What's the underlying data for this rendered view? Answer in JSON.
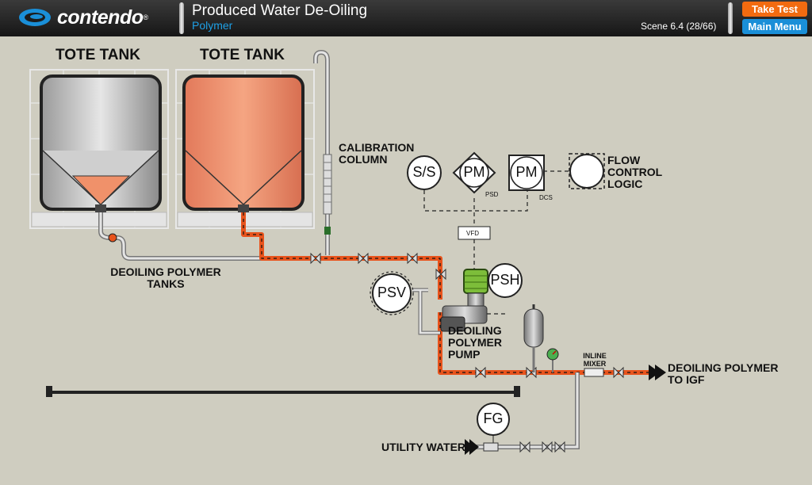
{
  "header": {
    "logo_text": "contendo",
    "title": "Produced Water De-Oiling",
    "subtitle": "Polymer",
    "scene": "Scene 6.4 (28/66)",
    "take_test_label": "Take Test",
    "main_menu_label": "Main Menu"
  },
  "diagram": {
    "tote_tank_1": "TOTE TANK",
    "tote_tank_2": "TOTE TANK",
    "tanks_label_1": "DEOILING POLYMER",
    "tanks_label_2": "TANKS",
    "calibration_1": "CALIBRATION",
    "calibration_2": "COLUMN",
    "ss": "S/S",
    "pm1": "PM",
    "pm2": "PM",
    "psd": "PSD",
    "dcs": "DCS",
    "vfd": "VFD",
    "flow_logic_1": "FLOW",
    "flow_logic_2": "CONTROL",
    "flow_logic_3": "LOGIC",
    "psv": "PSV",
    "psh": "PSH",
    "pump_1": "DEOILING",
    "pump_2": "POLYMER",
    "pump_3": "PUMP",
    "inline_1": "INLINE",
    "inline_2": "MIXER",
    "outlet_1": "DEOILING POLYMER",
    "outlet_2": "TO IGF",
    "fg": "FG",
    "utility": "UTILITY WATER"
  },
  "colors": {
    "active_line": "#e8531c",
    "polymer_fill": "#f0916a",
    "accent_orange": "#f26b10",
    "accent_blue": "#1a8fd8"
  }
}
